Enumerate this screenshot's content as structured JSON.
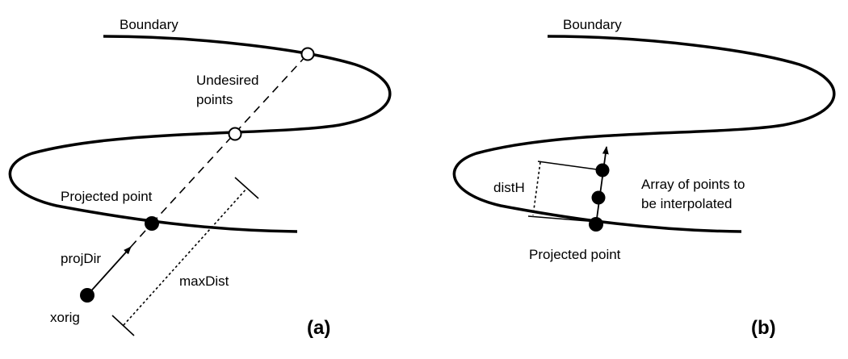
{
  "panel_a": {
    "boundary_label": "Boundary",
    "undesired_label_line1": "Undesired",
    "undesired_label_line2": "points",
    "projected_label": "Projected point",
    "projdir_label": "projDir",
    "maxdist_label": "maxDist",
    "xorig_label": "xorig",
    "tag": "(a)"
  },
  "panel_b": {
    "boundary_label": "Boundary",
    "disth_label": "distH",
    "array_label_line1": "Array of points to",
    "array_label_line2": "be interpolated",
    "projected_label": "Projected point",
    "tag": "(b)"
  }
}
